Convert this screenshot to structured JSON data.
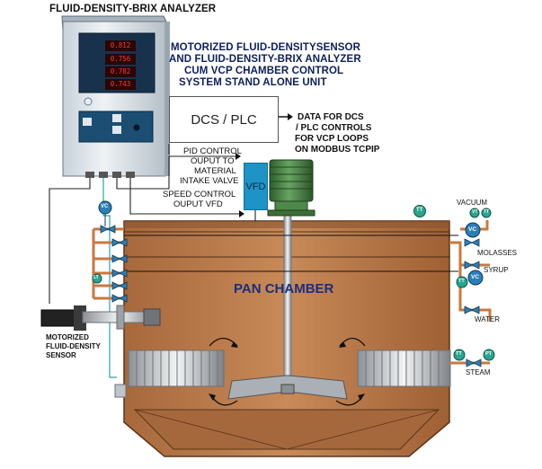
{
  "header": {
    "analyzer_title": "FLUID-DENSITY-BRIX ANALYZER"
  },
  "description": {
    "line1": "MOTORIZED FLUID-DENSITYSENSOR",
    "line2": "AND FLUID-DENSITY-BRIX ANALYZER",
    "line3": "CUM VCP CHAMBER CONTROL",
    "line4": "SYSTEM STAND ALONE UNIT"
  },
  "controller": {
    "label": "DCS / PLC",
    "data_line1": "DATA FOR DCS",
    "data_line2": "/ PLC CONTROLS",
    "data_line3": "FOR VCP LOOPS",
    "data_line4": "ON MODBUS TCPIP"
  },
  "pid": {
    "line1": "PID CONTROL",
    "line2": "OUPUT TO",
    "line3": "MATERIAL",
    "line4": "INTAKE VALVE"
  },
  "vfd": {
    "label": "VFD",
    "speed_line1": "SPEED CONTROL",
    "speed_line2": "OUPUT VFD"
  },
  "chamber": {
    "label": "PAN CHAMBER"
  },
  "sensor": {
    "line1": "MOTORIZED",
    "line2": "FLUID-DENSITY",
    "line3": "SENSOR"
  },
  "right_side": {
    "vacuum": "VACUUM",
    "molasses": "MOLASSES",
    "syrup": "SYRUP",
    "water": "WATER",
    "steam": "STEAM"
  },
  "instruments": {
    "vc": "VC",
    "tt": "TT",
    "pt": "PT",
    "lt": "LT",
    "vt": "VT"
  },
  "display": {
    "r1": "0.812",
    "r2": "0.756",
    "r3": "0.782",
    "r4": "0.743"
  },
  "colors": {
    "chamber": "#b87a4a",
    "chamber_dark": "#7e4a26",
    "vfd": "#1d93c6",
    "motor": "#3f7d3c",
    "text_dark": "#0d1f5c",
    "valve": "#2a7fb8"
  }
}
